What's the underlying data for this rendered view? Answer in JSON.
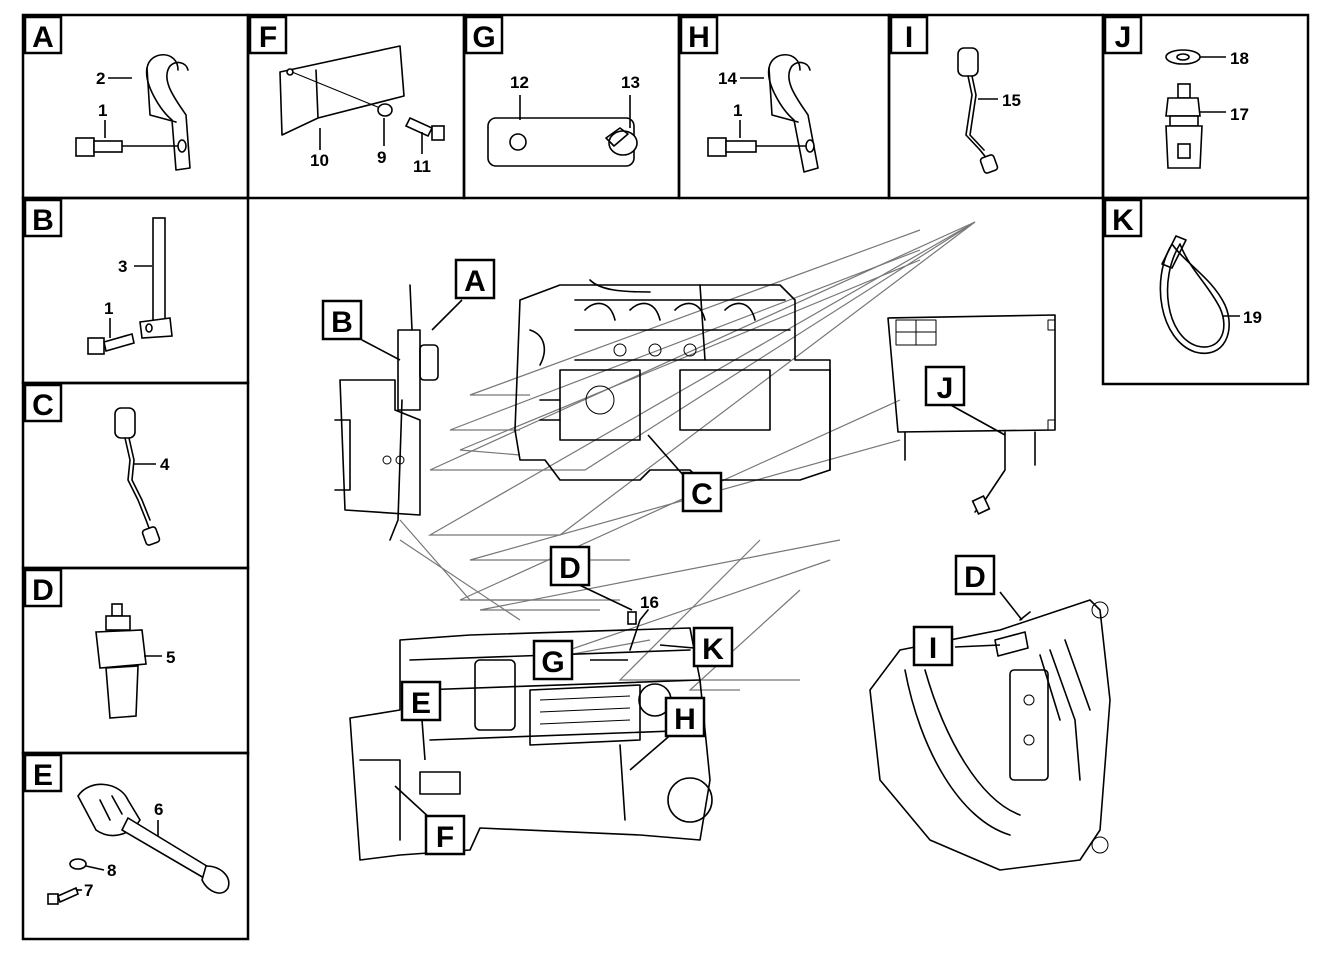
{
  "callouts": {
    "A": "A",
    "B": "B",
    "C": "C",
    "D": "D",
    "E": "E",
    "F": "F",
    "G": "G",
    "H": "H",
    "I": "I",
    "J": "J",
    "K": "K"
  },
  "parts": {
    "p1": "1",
    "p2": "2",
    "p3": "3",
    "p4": "4",
    "p5": "5",
    "p6": "6",
    "p7": "7",
    "p8": "8",
    "p9": "9",
    "p10": "10",
    "p11": "11",
    "p12": "12",
    "p13": "13",
    "p14": "14",
    "p15": "15",
    "p16": "16",
    "p17": "17",
    "p18": "18",
    "p19": "19"
  },
  "colors": {
    "line": "#000000",
    "background": "#ffffff",
    "guide": "#777777"
  }
}
